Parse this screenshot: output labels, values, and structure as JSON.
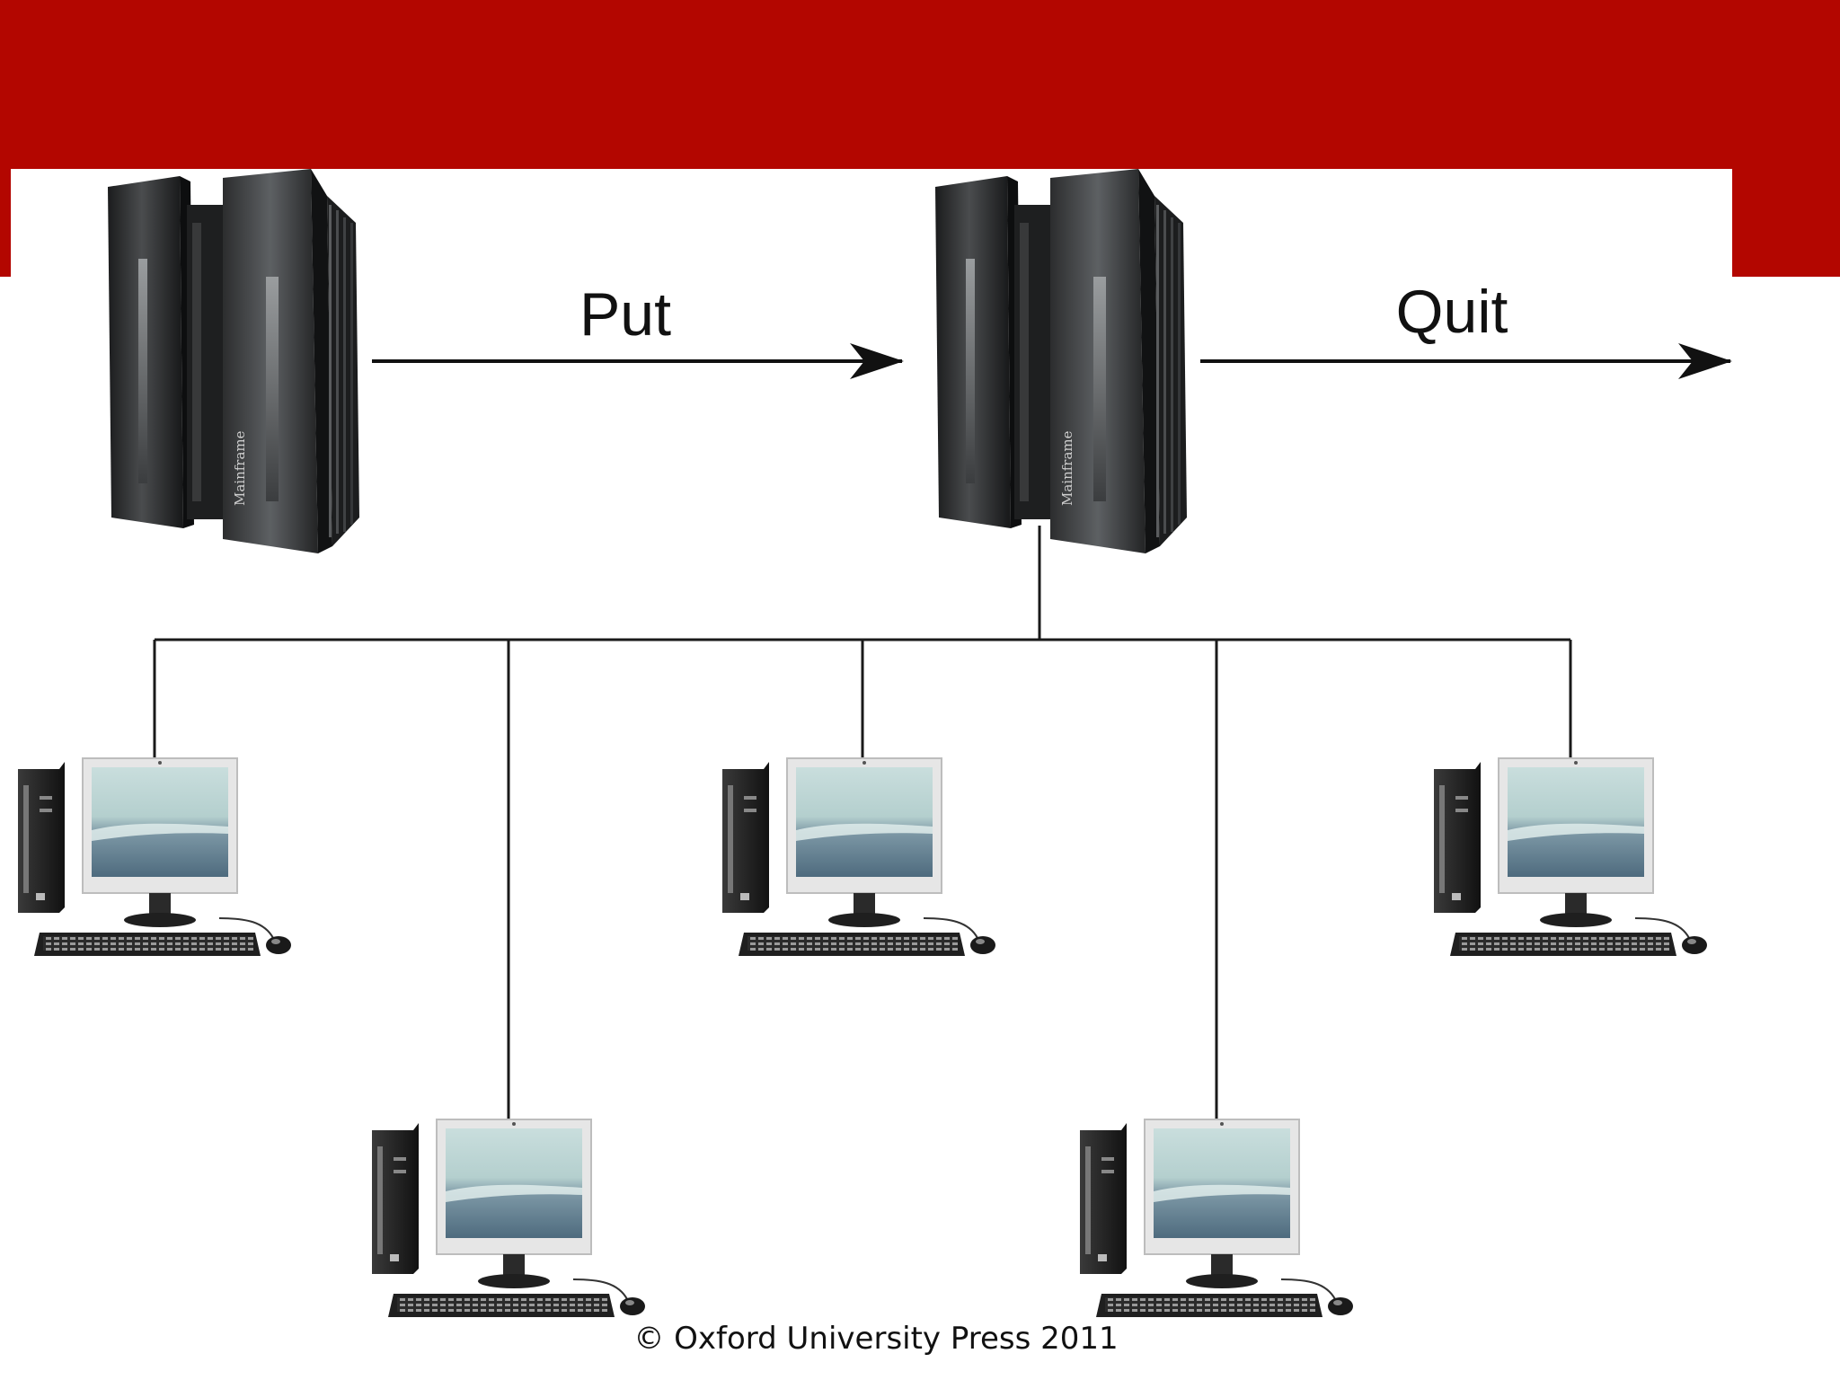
{
  "diagram": {
    "arrow_put_label": "Put",
    "arrow_quit_label": "Quit",
    "mainframe_label": "Mainframe",
    "colors": {
      "header_band": "#b30600",
      "connector": "#1a1a1a",
      "mainframe_body": "#2a2b2c"
    },
    "icons": {
      "mainframe": "mainframe-server-icon",
      "workstation": "desktop-computer-icon"
    }
  },
  "footer": {
    "copyright": "© Oxford University Press 2011"
  }
}
